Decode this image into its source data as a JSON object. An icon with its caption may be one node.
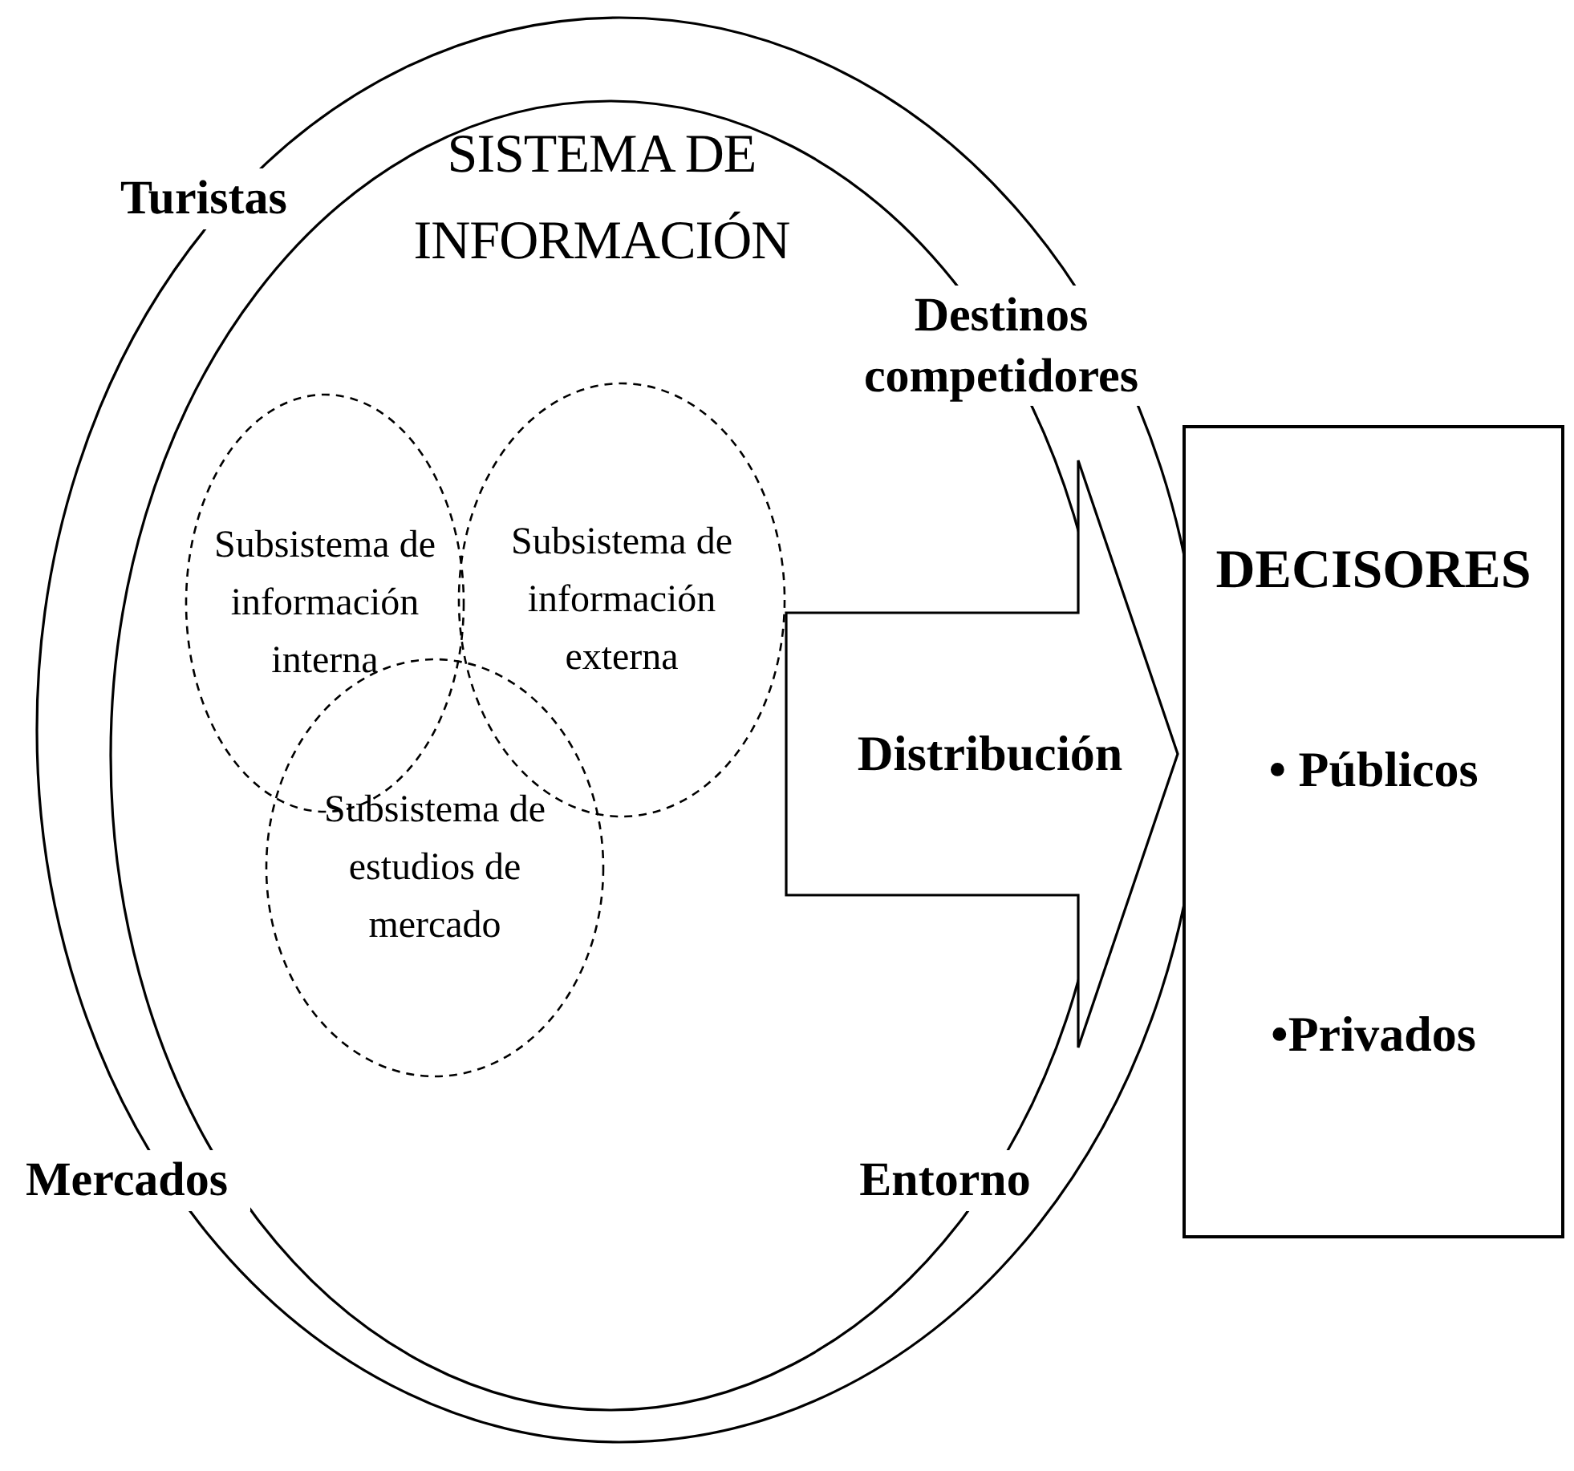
{
  "diagram": {
    "nodes": [
      {
        "text": [],
        "shape": "ellipse"
      },
      {
        "text": [
          "SISTEMA DE INFORMACIÓN"
        ],
        "in": 0
      },
      {
        "text": [
          "Subsistema de información interna"
        ],
        "in": 1
      },
      {
        "text": [
          "Subsistema de información externa"
        ],
        "in": 1
      },
      {
        "text": [
          "Subsistema de estudios de mercado"
        ],
        "in": 1
      },
      {
        "text": [
          "DECISORES",
          "• Públicos",
          "•Privados"
        ]
      }
    ],
    "edges": [
      {
        "from": 3,
        "to": 5,
        "arrow": "to",
        "label": "Distribución",
        "style": "thick"
      }
    ],
    "labels": [
      "Turistas",
      "Destinos competidores",
      "Mercados",
      "Entorno"
    ]
  }
}
